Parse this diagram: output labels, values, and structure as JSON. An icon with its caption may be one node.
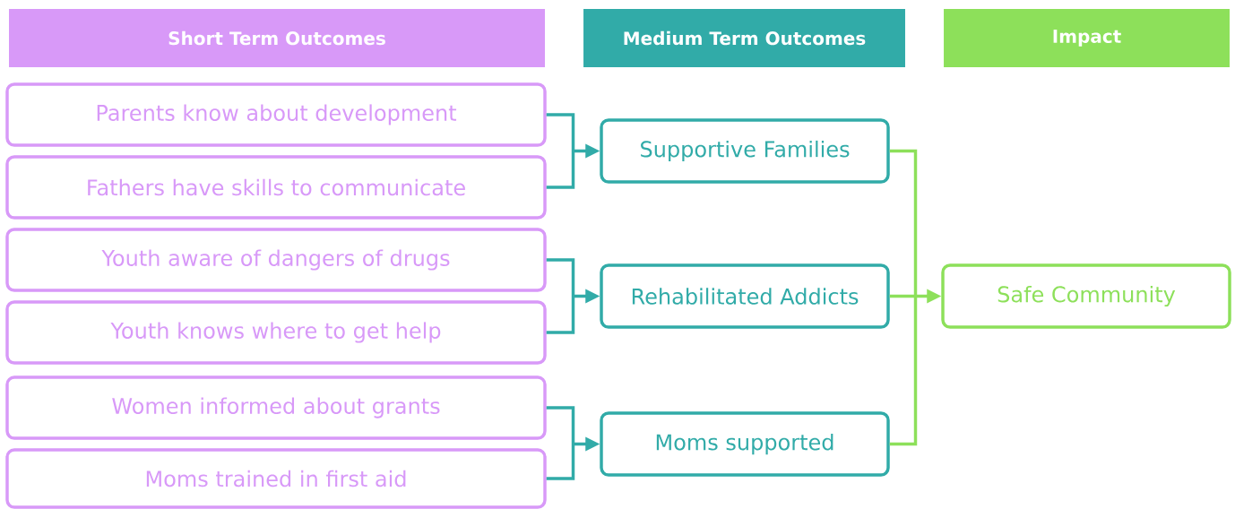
{
  "diagram": {
    "nodes": [
      {
        "text": [
          "Short Term Outcomes"
        ]
      },
      {
        "text": [
          "Medium Term Outcomes"
        ]
      },
      {
        "text": [
          "Impact"
        ]
      },
      {
        "text": [
          "Parents know about development"
        ]
      },
      {
        "text": [
          "Fathers have skills to communicate"
        ]
      },
      {
        "text": [
          "Youth aware of dangers of drugs"
        ]
      },
      {
        "text": [
          "Youth knows where to get help"
        ]
      },
      {
        "text": [
          "Women informed about grants"
        ]
      },
      {
        "text": [
          "Moms trained in first aid"
        ]
      },
      {
        "text": [
          "Supportive Families"
        ]
      },
      {
        "text": [
          "Rehabilitated Addicts"
        ]
      },
      {
        "text": [
          "Moms supported"
        ]
      },
      {
        "text": [
          "Safe Community"
        ]
      }
    ],
    "edges": [
      {
        "from": 3,
        "to": 9,
        "arrow": "to"
      },
      {
        "from": 4,
        "to": 9,
        "arrow": "to"
      },
      {
        "from": 5,
        "to": 10,
        "arrow": "to"
      },
      {
        "from": 6,
        "to": 10,
        "arrow": "to"
      },
      {
        "from": 7,
        "to": 11,
        "arrow": "to"
      },
      {
        "from": 8,
        "to": 11,
        "arrow": "to"
      },
      {
        "from": 9,
        "to": 12,
        "arrow": "to",
        "color": "#8de05a"
      },
      {
        "from": 10,
        "to": 12,
        "arrow": "to",
        "color": "#8de05a"
      },
      {
        "from": 11,
        "to": 12,
        "arrow": "to",
        "color": "#8de05a"
      }
    ]
  }
}
